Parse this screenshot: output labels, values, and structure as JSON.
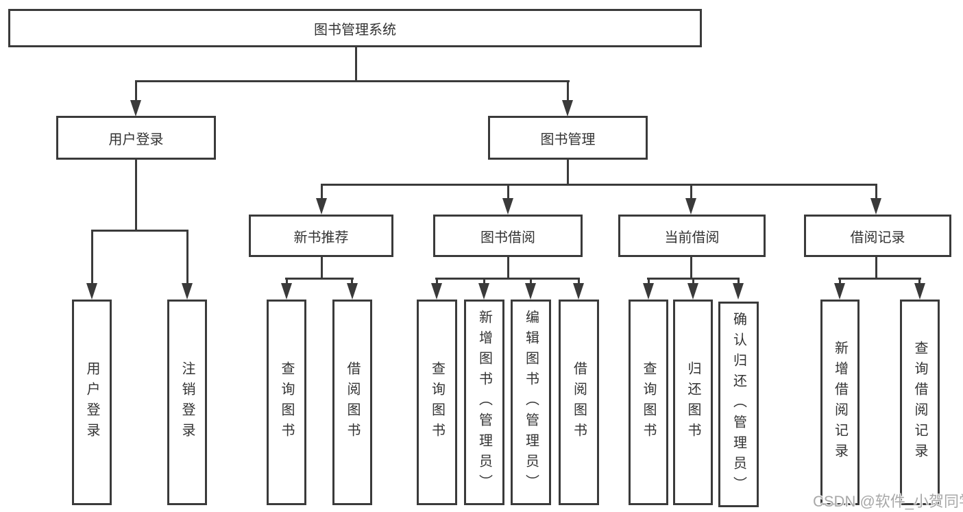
{
  "page": {
    "background": "#ffffff",
    "line_color": "#3a3a3a",
    "text_color": "#333333"
  },
  "tree": {
    "label": "图书管理系统",
    "children": [
      {
        "label": "用户登录",
        "children": [
          {
            "label": "用户登录"
          },
          {
            "label": "注销登录"
          }
        ]
      },
      {
        "label": "图书管理",
        "children": [
          {
            "label": "新书推荐",
            "children": [
              {
                "label": "查询图书"
              },
              {
                "label": "借阅图书"
              }
            ]
          },
          {
            "label": "图书借阅",
            "children": [
              {
                "label": "查询图书"
              },
              {
                "label": "新增图书（管理员）"
              },
              {
                "label": "编辑图书（管理员）"
              },
              {
                "label": "借阅图书"
              }
            ]
          },
          {
            "label": "当前借阅",
            "children": [
              {
                "label": "查询图书"
              },
              {
                "label": "归还图书"
              },
              {
                "label": "确认归还（管理员）"
              }
            ]
          },
          {
            "label": "借阅记录",
            "children": [
              {
                "label": "新增借阅记录"
              },
              {
                "label": "查询借阅记录"
              }
            ]
          }
        ]
      }
    ]
  },
  "watermark": {
    "text": "CSDN @软件_小贺同学"
  }
}
